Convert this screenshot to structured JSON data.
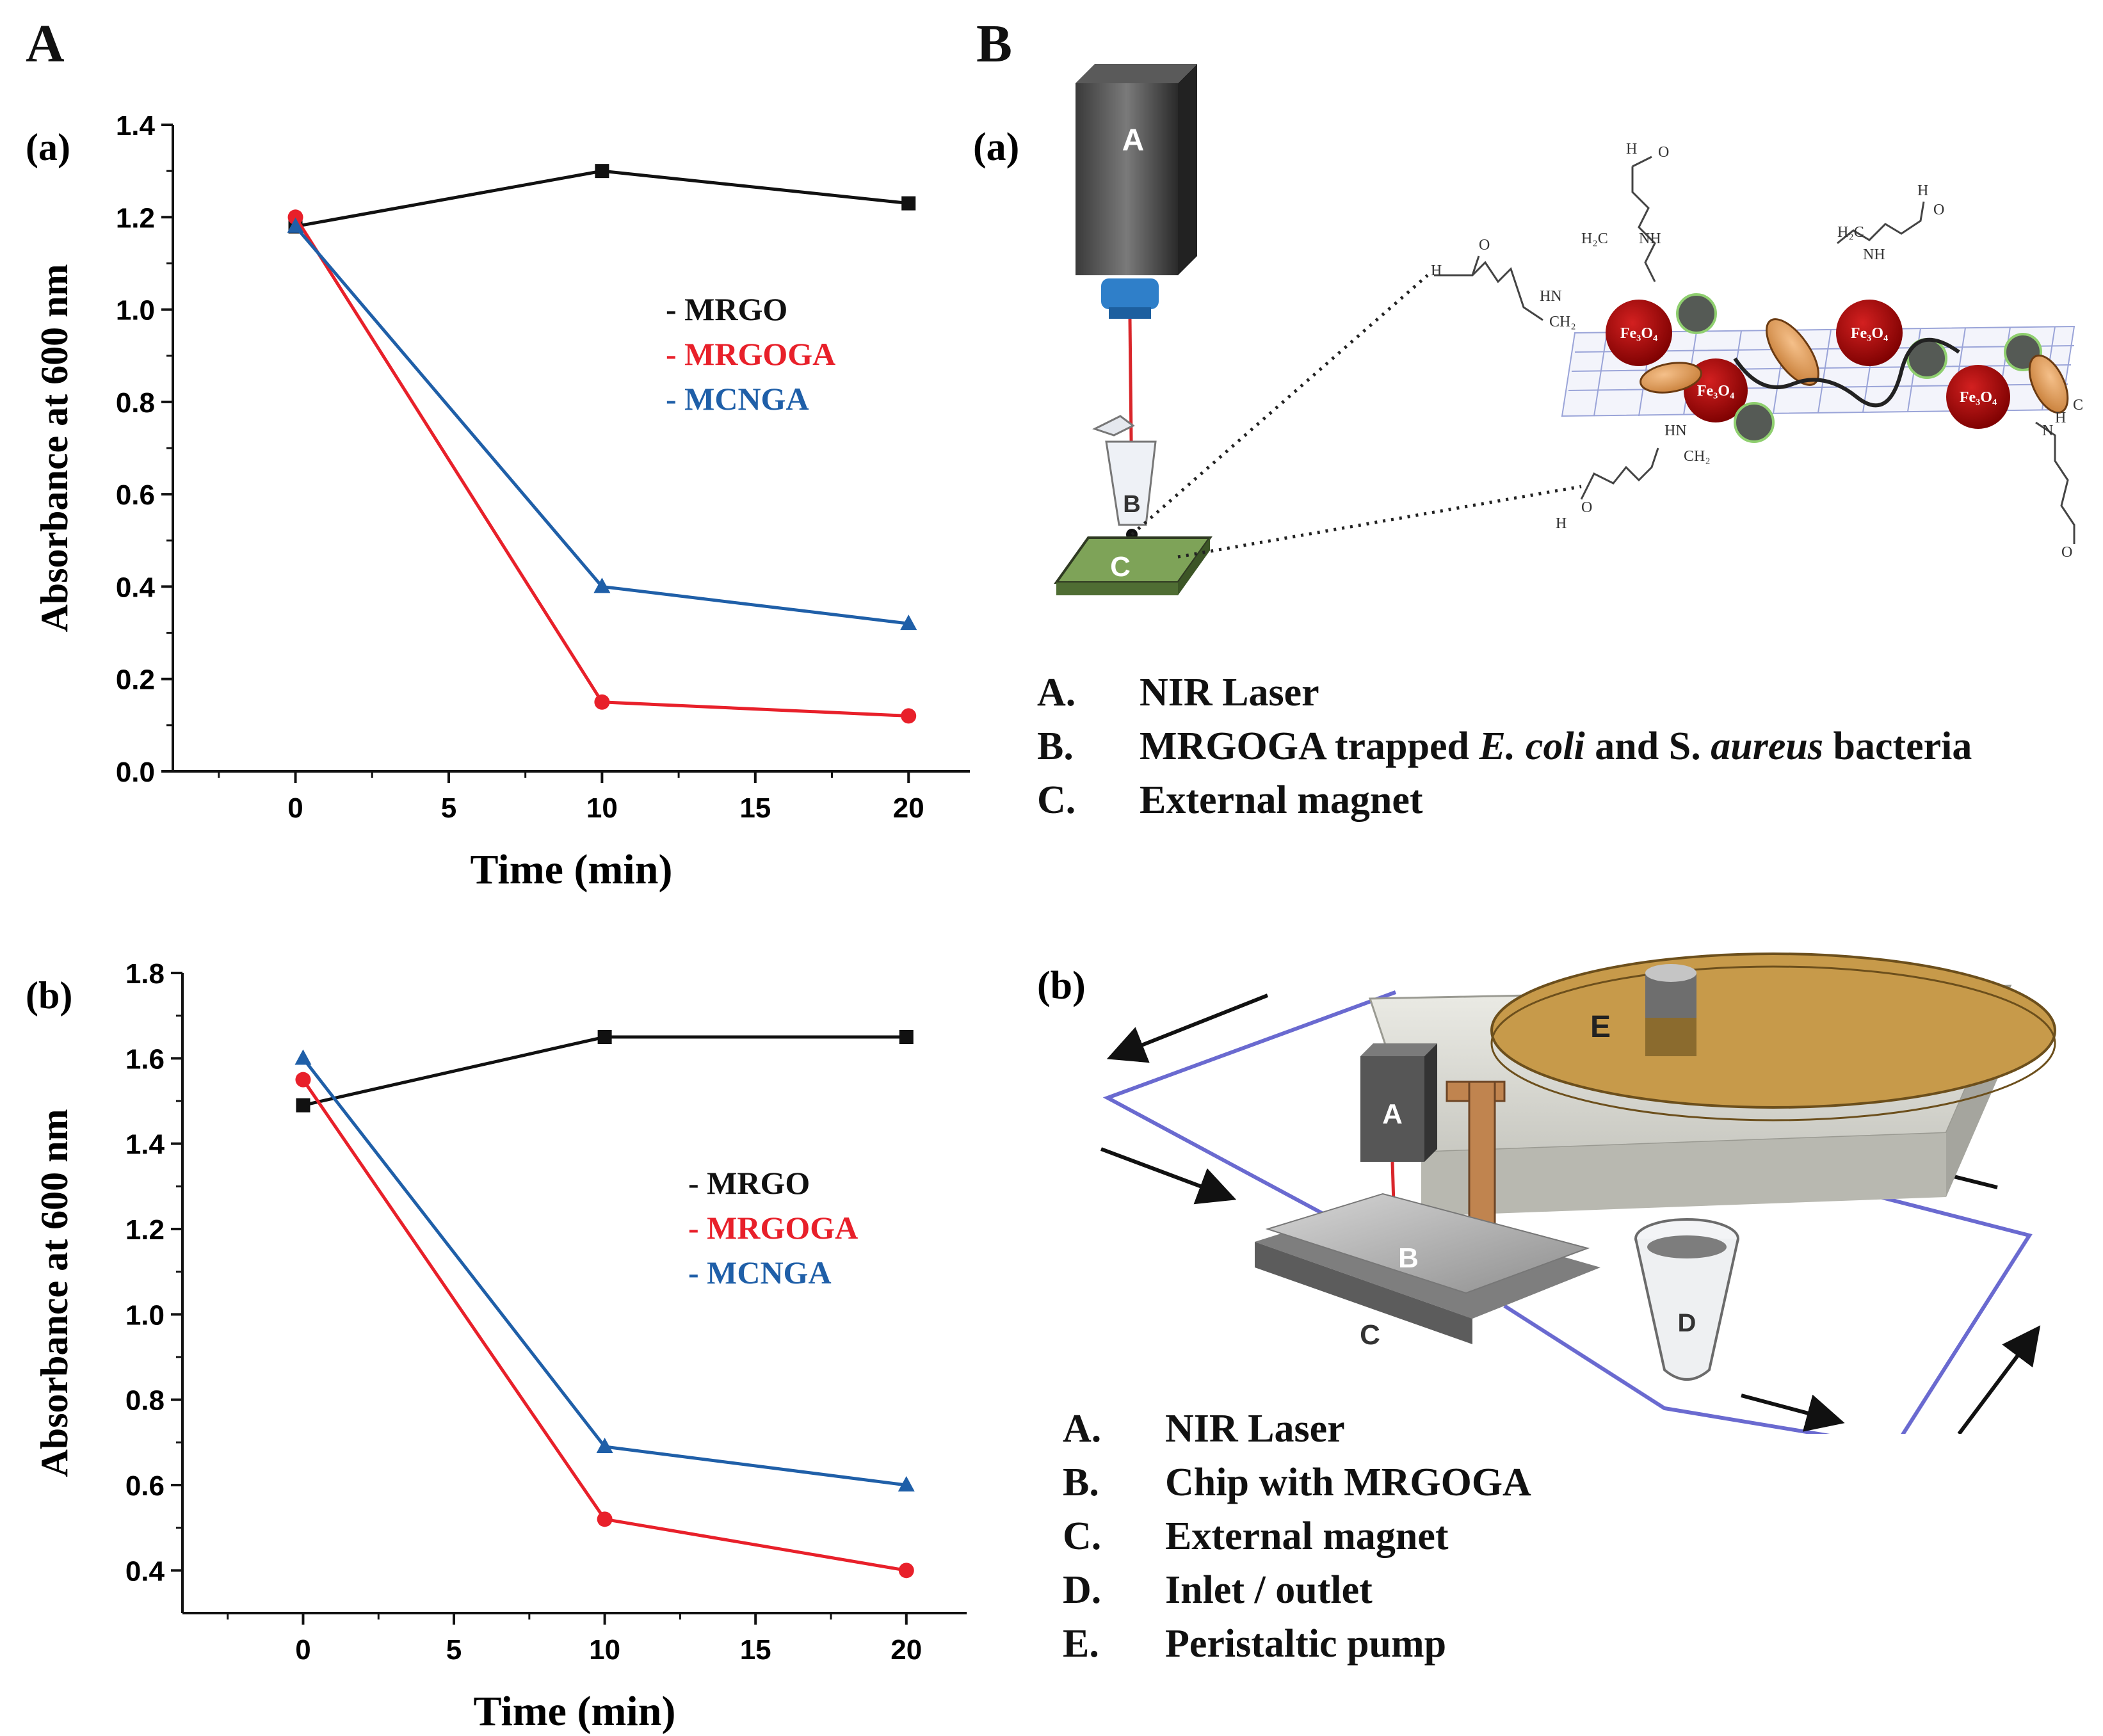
{
  "panel_a_label": "A",
  "panel_b_label": "B",
  "chart_data": [
    {
      "type": "line",
      "subpanel_label": "(a)",
      "xlabel": "Time (min)",
      "ylabel": "Absorbance at 600 nm",
      "xlim": [
        -4,
        22
      ],
      "ylim": [
        0.0,
        1.4
      ],
      "xticks": [
        0,
        5,
        10,
        15,
        20
      ],
      "yticks": [
        0.0,
        0.2,
        0.4,
        0.6,
        0.8,
        1.0,
        1.2,
        1.4
      ],
      "x": [
        0,
        10,
        20
      ],
      "grid": false,
      "legend_position": "center-right",
      "series": [
        {
          "name": "- MRGO",
          "color": "#111111",
          "marker": "square",
          "values": [
            1.18,
            1.3,
            1.23
          ]
        },
        {
          "name": "- MRGOGA",
          "color": "#e8202a",
          "marker": "circle",
          "values": [
            1.2,
            0.15,
            0.12
          ]
        },
        {
          "name": "- MCNGA",
          "color": "#1f5fa8",
          "marker": "triangle",
          "values": [
            1.18,
            0.4,
            0.32
          ]
        }
      ]
    },
    {
      "type": "line",
      "subpanel_label": "(b)",
      "xlabel": "Time (min)",
      "ylabel": "Absorbance at 600 nm",
      "xlim": [
        -4,
        22
      ],
      "ylim": [
        0.3,
        1.8
      ],
      "xticks": [
        0,
        5,
        10,
        15,
        20
      ],
      "yticks": [
        0.4,
        0.6,
        0.8,
        1.0,
        1.2,
        1.4,
        1.6,
        1.8
      ],
      "x": [
        0,
        10,
        20
      ],
      "grid": false,
      "legend_position": "center-right",
      "series": [
        {
          "name": "- MRGO",
          "color": "#111111",
          "marker": "square",
          "values": [
            1.49,
            1.65,
            1.65
          ]
        },
        {
          "name": "- MRGOGA",
          "color": "#e8202a",
          "marker": "circle",
          "values": [
            1.55,
            0.52,
            0.4
          ]
        },
        {
          "name": "- MCNGA",
          "color": "#1f5fa8",
          "marker": "triangle",
          "values": [
            1.6,
            0.69,
            0.6
          ]
        }
      ]
    }
  ],
  "diagram_a": {
    "label": "(a)",
    "device_labels": {
      "laser": "A",
      "tube": "B",
      "magnet": "C"
    },
    "fe3o4_label": "Fe₃O₄",
    "chem_labels": [
      "H",
      "O",
      "H",
      "O",
      "H₂C",
      "NH",
      "H₂C",
      "NH",
      "H",
      "O",
      "HN",
      "CH₂",
      "HN",
      "CH₂",
      "O",
      "H",
      "N",
      "H",
      "C",
      "O"
    ],
    "legend": [
      {
        "letter": "A.",
        "text": "NIR Laser"
      },
      {
        "letter": "B.",
        "pre": "MRGOGA trapped ",
        "em1": "E. coli",
        "mid": " and S. ",
        "em2": "aureus",
        "post": " bacteria"
      },
      {
        "letter": "C.",
        "text": "External magnet"
      }
    ]
  },
  "diagram_b": {
    "label": "(b)",
    "device_labels": {
      "laser": "A",
      "chip": "B",
      "magnet": "C",
      "tube": "D",
      "pump": "E"
    },
    "legend": [
      {
        "letter": "A.",
        "text": "NIR Laser"
      },
      {
        "letter": "B.",
        "text": "Chip with MRGOGA"
      },
      {
        "letter": "C.",
        "text": "External magnet"
      },
      {
        "letter": "D.",
        "text": "Inlet / outlet"
      },
      {
        "letter": "E.",
        "text": "Peristaltic pump"
      }
    ]
  }
}
